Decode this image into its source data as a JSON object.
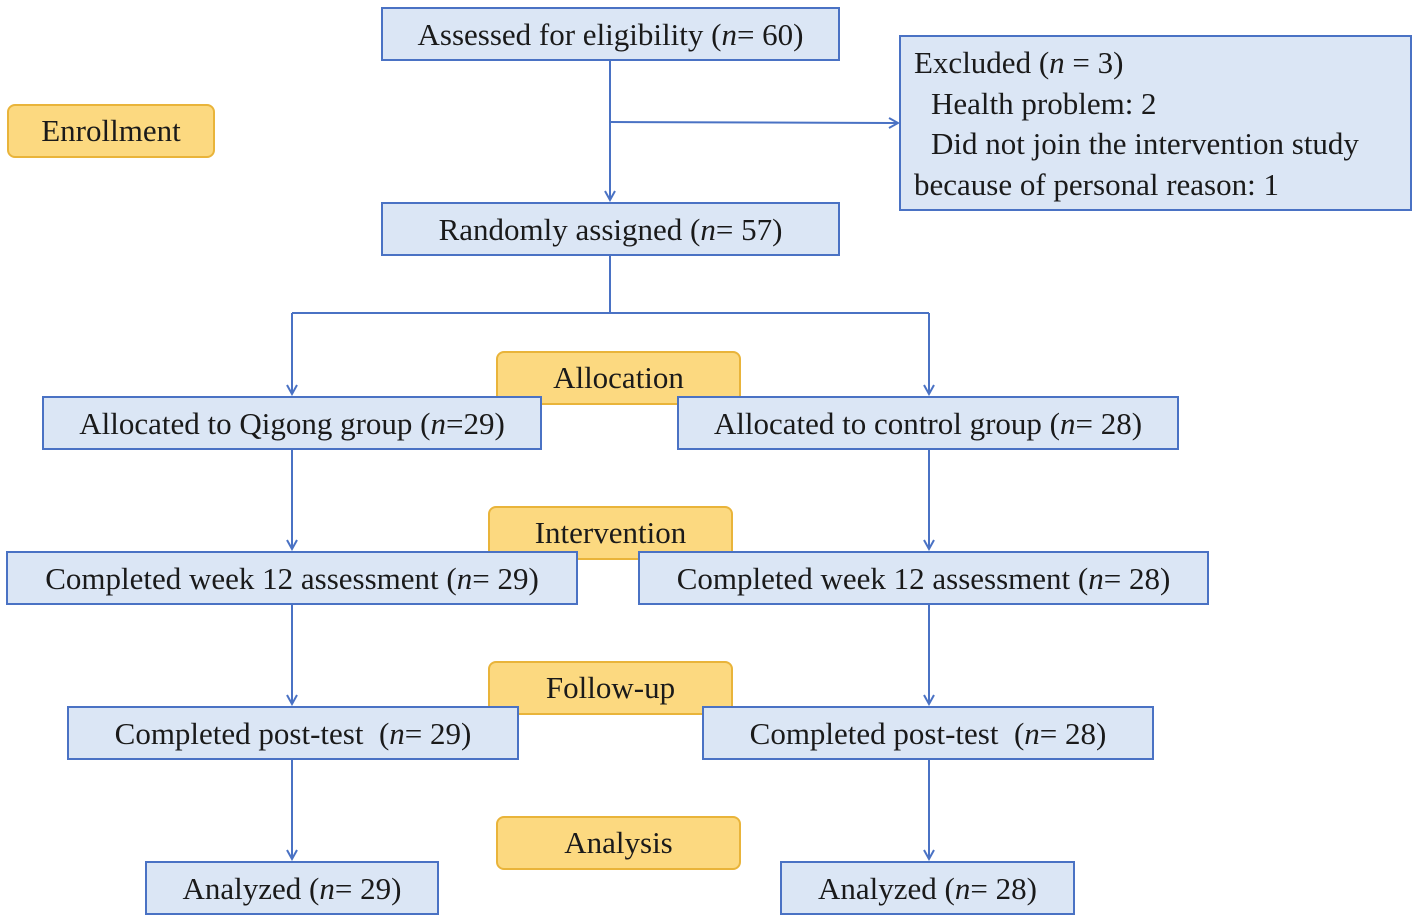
{
  "stages": {
    "enrollment": "Enrollment",
    "allocation": "Allocation",
    "intervention": "Intervention",
    "followup": "Follow-up",
    "analysis": "Analysis"
  },
  "assessed": {
    "label": "Assessed for eligibility (",
    "n_sym": "n",
    "suffix": " = 60)"
  },
  "excluded": {
    "line1_label": "Excluded (",
    "line1_n": "n",
    "line1_suffix": " = 3)",
    "line2": "Health problem: 2",
    "line3": "Did not join the intervention study",
    "line4": "because of personal reason: 1"
  },
  "randomized": {
    "label": "Randomly assigned (",
    "n_sym": "n",
    "suffix": " = 57)"
  },
  "left": {
    "allocated": {
      "label": "Allocated to Qigong group (",
      "n_sym": "n",
      "suffix": "=29)"
    },
    "week12": {
      "label": "Completed week 12 assessment (",
      "n_sym": "n",
      "suffix": " = 29)"
    },
    "posttest": {
      "label": "Completed post-test  (",
      "n_sym": "n",
      "suffix": " = 29)"
    },
    "analyzed": {
      "label": "Analyzed (",
      "n_sym": "n",
      "suffix": " = 29)"
    }
  },
  "right": {
    "allocated": {
      "label": "Allocated to control group (",
      "n_sym": "n",
      "suffix": " = 28)"
    },
    "week12": {
      "label": "Completed week 12 assessment (",
      "n_sym": "n",
      "suffix": " = 28)"
    },
    "posttest": {
      "label": "Completed post-test  (",
      "n_sym": "n",
      "suffix": " = 28)"
    },
    "analyzed": {
      "label": "Analyzed (",
      "n_sym": "n",
      "suffix": " = 28)"
    }
  },
  "colors": {
    "box_fill": "#dbe6f5",
    "box_border": "#4a72c4",
    "stage_fill": "#fcd980",
    "stage_border": "#e9b43a",
    "connector": "#4a72c4"
  }
}
